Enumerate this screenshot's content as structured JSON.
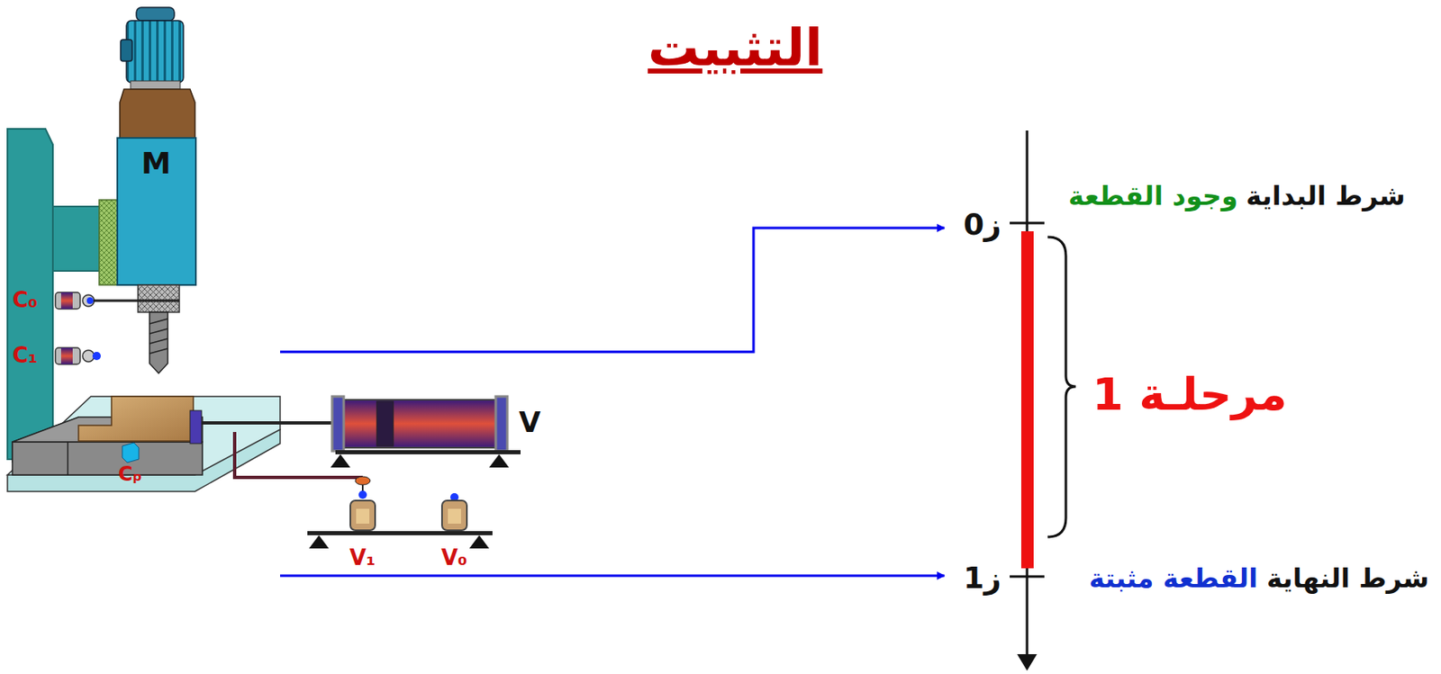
{
  "diagram": {
    "title": "التثبيت",
    "labels": [
      "M",
      "C₀",
      "C₁",
      "Cₚ",
      "V",
      "V₁",
      "V₀",
      "شرط البداية",
      "وجود القطعة",
      "ز0",
      "مرحلـة 1",
      "شرط النهاية",
      "القطعة مثبتة",
      "ز1"
    ]
  }
}
